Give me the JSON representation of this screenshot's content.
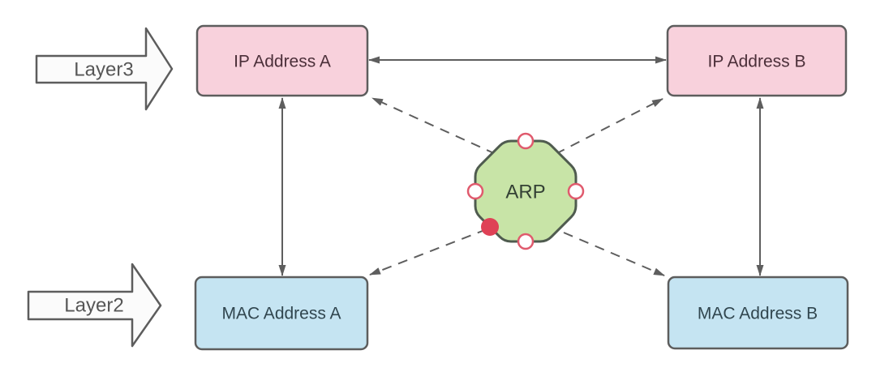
{
  "layer_tags": {
    "layer3": "Layer3",
    "layer2": "Layer2"
  },
  "nodes": {
    "ip_address_a": {
      "label": "IP Address A",
      "shape": "rounded-rect",
      "fill": "#f8d1dc"
    },
    "ip_address_b": {
      "label": "IP Address B",
      "shape": "rounded-rect",
      "fill": "#f8d1dc"
    },
    "mac_address_a": {
      "label": "MAC Address A",
      "shape": "rounded-rect",
      "fill": "#c5e4f2"
    },
    "mac_address_b": {
      "label": "MAC Address B",
      "shape": "rounded-rect",
      "fill": "#c5e4f2"
    },
    "arp": {
      "label": "ARP",
      "shape": "octagon",
      "fill": "#c8e4a7"
    }
  },
  "edges": [
    {
      "from": "ip_address_a",
      "to": "ip_address_b",
      "line": "solid",
      "arrows": "both"
    },
    {
      "from": "ip_address_a",
      "to": "mac_address_a",
      "line": "solid",
      "arrows": "both"
    },
    {
      "from": "ip_address_b",
      "to": "mac_address_b",
      "line": "solid",
      "arrows": "both"
    },
    {
      "from": "arp",
      "to": "ip_address_a",
      "line": "dashed",
      "arrows": "to"
    },
    {
      "from": "arp",
      "to": "ip_address_b",
      "line": "dashed",
      "arrows": "to"
    },
    {
      "from": "arp",
      "to": "mac_address_a",
      "line": "dashed",
      "arrows": "to"
    },
    {
      "from": "arp",
      "to": "mac_address_b",
      "line": "dashed",
      "arrows": "to"
    }
  ],
  "connection_points": {
    "hollow": [
      "top",
      "left",
      "right",
      "bottom"
    ],
    "filled": [
      "bottom-left"
    ]
  },
  "colors": {
    "pink_fill": "#f8d1dc",
    "blue_fill": "#c5e4f2",
    "green_fill": "#c8e4a7",
    "box_border": "#5d5d5d",
    "octagon_border": "#4f5b4f",
    "edge_line": "#5e5e5e",
    "handle_ring": "#e05a6d",
    "handle_dot": "#df4156",
    "pink_text": "#4b2f39",
    "blue_text": "#31464f",
    "arp_text": "#344135",
    "layer_text": "#565656",
    "background": "#ffffff"
  }
}
